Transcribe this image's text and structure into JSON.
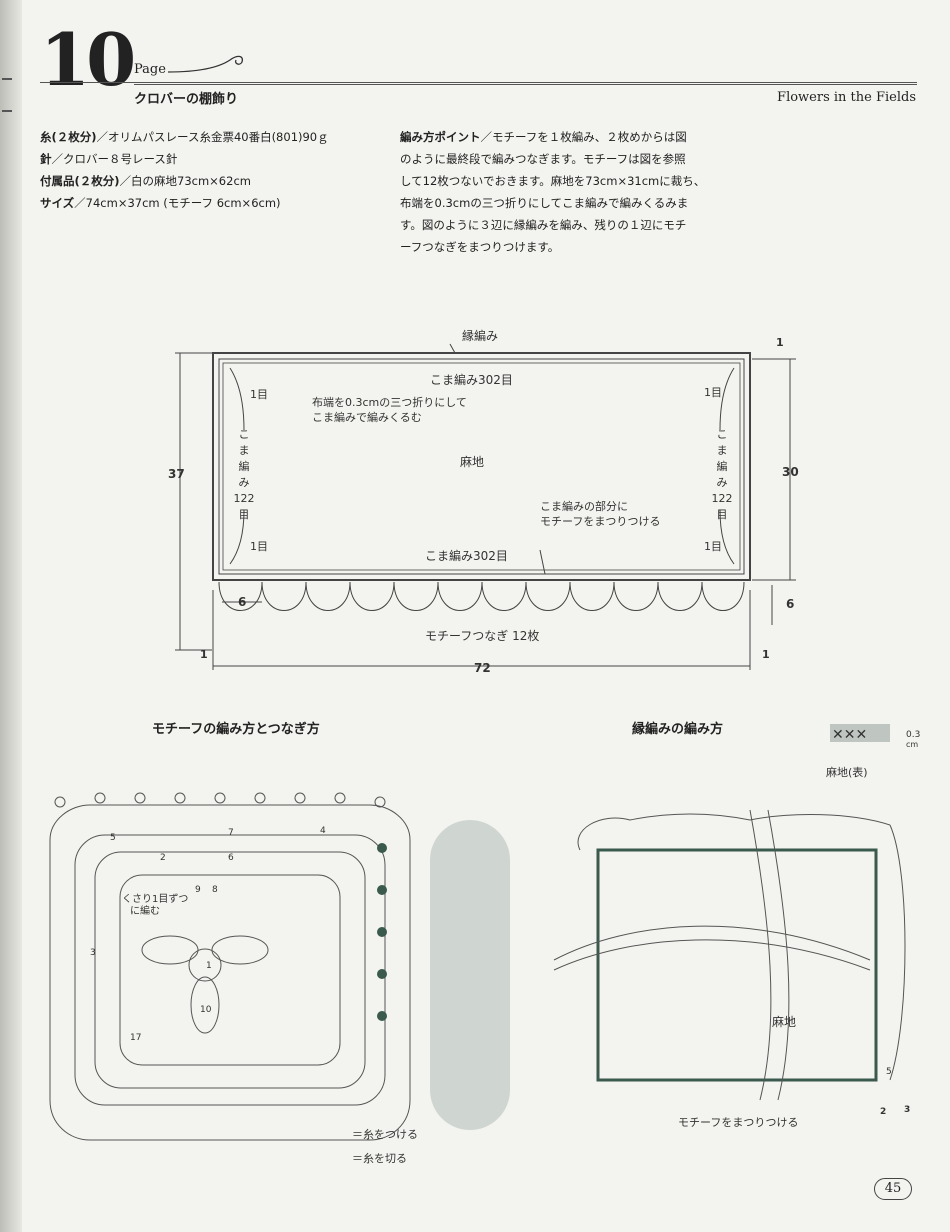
{
  "header": {
    "page_number": "10",
    "page_label": "Page",
    "japanese_title": "クロバーの棚飾り",
    "english_title": "Flowers in the Fields"
  },
  "specs": [
    {
      "label": "糸(２枚分)",
      "value": "／オリムパスレース糸金票40番白(801)90ｇ"
    },
    {
      "label": "針",
      "value": "／クロバー８号レース針"
    },
    {
      "label": "付属品(２枚分)",
      "value": "／白の麻地73cm×62cm"
    },
    {
      "label": "サイズ",
      "value": "／74cm×37cm (モチーフ 6cm×6cm)"
    }
  ],
  "points": {
    "label": "編み方ポイント",
    "lines": [
      "／モチーフを１枚編み、２枚めからは図",
      "のように最終段で編みつなぎます。モチーフは図を参照",
      "して12枚つないでおきます。麻地を73cm×31cmに裁ち、",
      "布端を0.3cmの三つ折りにしてこま編みで編みくるみま",
      "す。図のように３辺に縁編みを編み、残りの１辺にモチ",
      "ーフつなぎをまつりつけます。"
    ]
  },
  "diagram": {
    "edge_label": "縁編み",
    "top_count": "こま編み302目",
    "bottom_count": "こま編み302目",
    "side_count_chars": [
      "こ",
      "ま",
      "編",
      "み",
      "122",
      "目"
    ],
    "one_stitch": "1目",
    "fold_note_line1": "布端を0.3cmの三つ折りにして",
    "fold_note_line2": "こま編みで編みくるむ",
    "fabric": "麻地",
    "attach_note_line1": "こま編みの部分に",
    "attach_note_line2": "モチーフをまつりつける",
    "motif_join": "モチーフつなぎ 12枚",
    "dim_left": "37",
    "dim_right": "30",
    "dim_motif_left": "6",
    "dim_motif_right": "6",
    "dim_bottom": "72",
    "dim_one_a": "1",
    "dim_one_b": "1",
    "dim_one_c": "1"
  },
  "motif_chart": {
    "title": "モチーフの編み方とつなぎ方",
    "chain_note_line1": "くさり1目ずつ",
    "chain_note_line2": "に編む",
    "row_numbers": [
      "1",
      "2",
      "3",
      "4",
      "5",
      "6",
      "7",
      "8",
      "9",
      "10",
      "17"
    ],
    "legend_attach": "＝糸をつける",
    "legend_cut": "＝糸を切る"
  },
  "edge_chart": {
    "title": "縁編みの編み方",
    "fabric_face": "麻地(表)",
    "thickness": "0.3",
    "thickness_unit": "cm",
    "fabric": "麻地",
    "attach_note": "モチーフをまつりつける",
    "row_a": "5",
    "row_b": "2",
    "row_c": "3"
  },
  "footer": {
    "page": "45"
  }
}
